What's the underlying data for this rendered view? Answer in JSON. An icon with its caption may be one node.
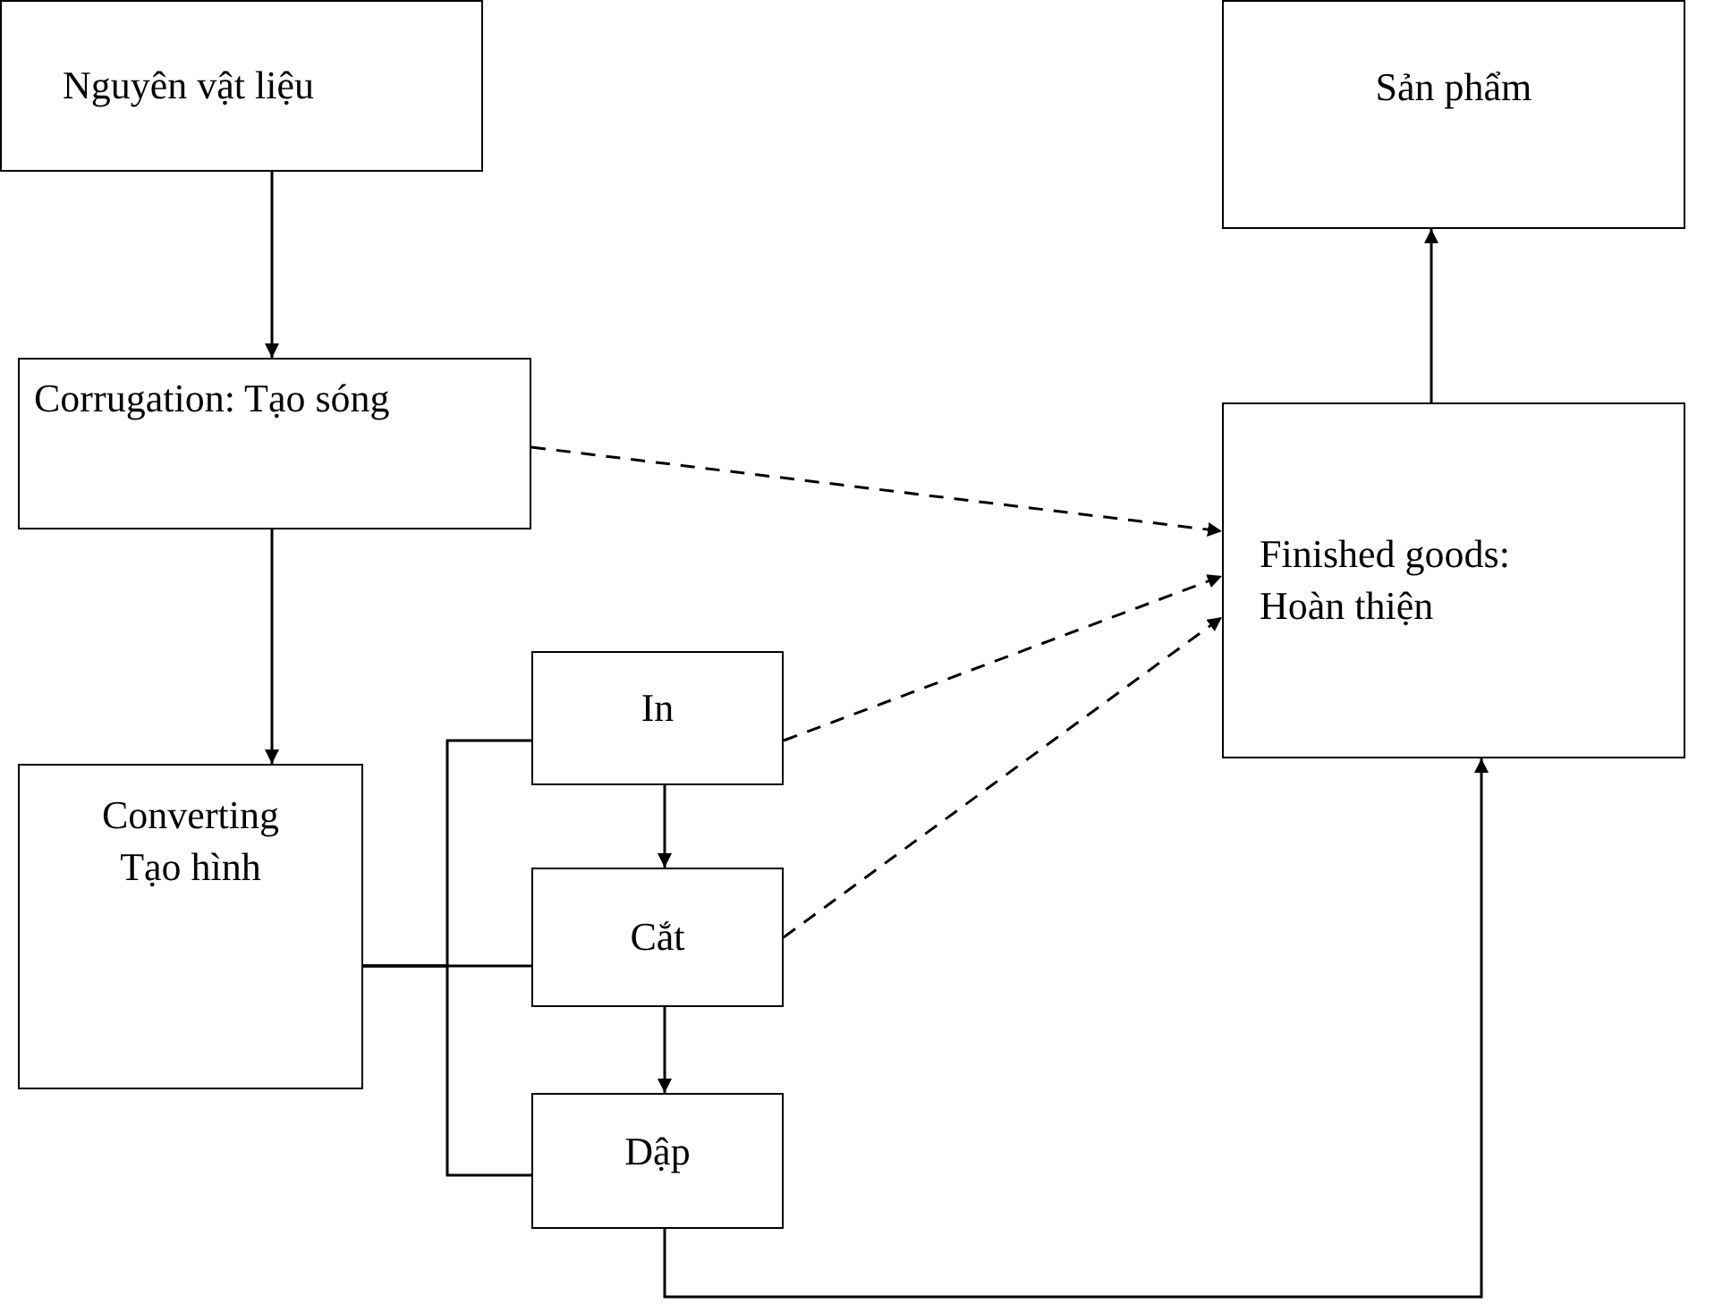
{
  "diagram": {
    "nodes": [
      {
        "text": [
          "Nguyên vật liệu"
        ]
      },
      {
        "text": [
          "Sản phẩm"
        ]
      },
      {
        "text": [
          "Corrugation: Tạo sóng"
        ]
      },
      {
        "text": [
          "Finished goods: Hoàn thiện"
        ]
      },
      {
        "text": [
          "In"
        ]
      },
      {
        "text": [
          "Converting Tạo hình"
        ]
      },
      {
        "text": [
          "Cắt"
        ]
      },
      {
        "text": [
          "Dập"
        ]
      }
    ],
    "edges": [
      {
        "from": 0,
        "to": 2,
        "arrow": "to"
      },
      {
        "from": 3,
        "to": 1,
        "arrow": "to"
      },
      {
        "from": 2,
        "to": 5,
        "arrow": "to"
      },
      {
        "from": 2,
        "to": 3,
        "arrow": "to",
        "style": "dashed"
      },
      {
        "from": 4,
        "to": 3,
        "arrow": "to",
        "style": "dashed"
      },
      {
        "from": 6,
        "to": 3,
        "arrow": "to",
        "style": "dashed"
      },
      {
        "from": 4,
        "to": 6,
        "arrow": "to"
      },
      {
        "from": 6,
        "to": 7,
        "arrow": "to"
      },
      {
        "from": 7,
        "to": 3,
        "arrow": "to"
      },
      {
        "from": 5,
        "to": 4,
        "arrow": "none"
      },
      {
        "from": 5,
        "to": 6,
        "arrow": "none"
      },
      {
        "from": 5,
        "to": 7,
        "arrow": "none"
      }
    ]
  }
}
